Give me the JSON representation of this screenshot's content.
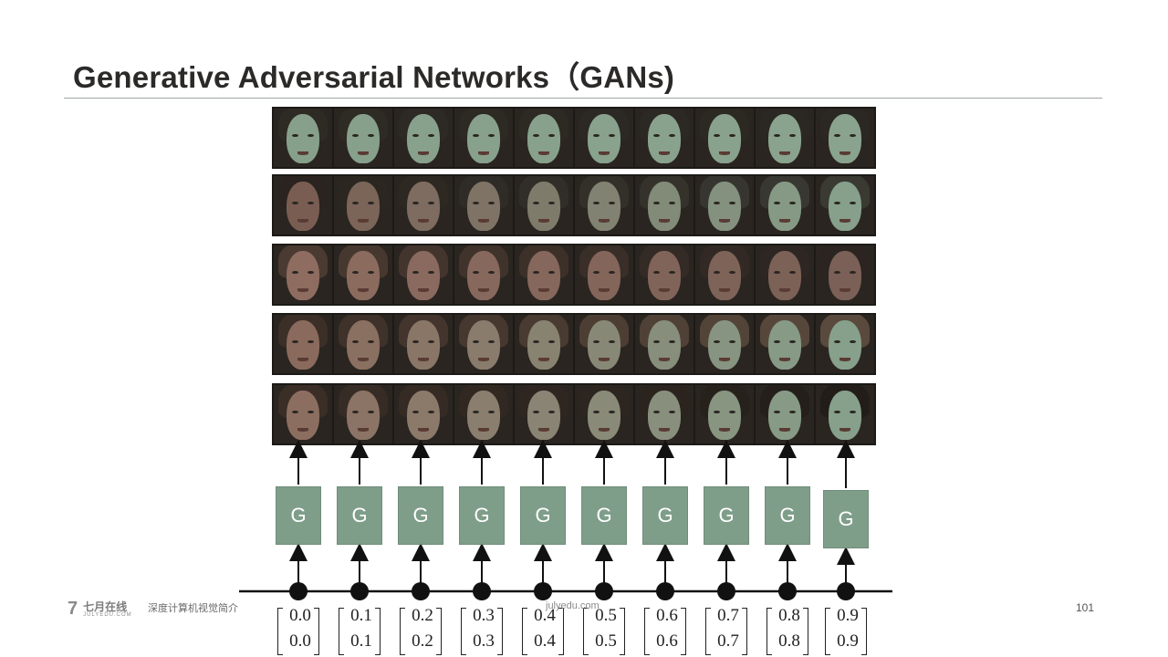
{
  "slide": {
    "title": "Generative Adversarial Networks（GANs)",
    "page_number": "101"
  },
  "generator": {
    "label": "G",
    "count": 10
  },
  "latent_vectors": [
    {
      "top": "0.0",
      "bottom": "0.0"
    },
    {
      "top": "0.1",
      "bottom": "0.1"
    },
    {
      "top": "0.2",
      "bottom": "0.2"
    },
    {
      "top": "0.3",
      "bottom": "0.3"
    },
    {
      "top": "0.4",
      "bottom": "0.4"
    },
    {
      "top": "0.5",
      "bottom": "0.5"
    },
    {
      "top": "0.6",
      "bottom": "0.6"
    },
    {
      "top": "0.7",
      "bottom": "0.7"
    },
    {
      "top": "0.8",
      "bottom": "0.8"
    },
    {
      "top": "0.9",
      "bottom": "0.9"
    }
  ],
  "footer": {
    "logo_cn": "七月在线",
    "logo_en": "JULYEDU.COM",
    "course": "深度计算机视觉简介",
    "site": "julyedu.com"
  },
  "colors": {
    "generator_fill": "#7f9e8a",
    "title_text": "#2b2a29",
    "rule": "#9fa5a0",
    "face_strip_bg": "#1c1a17",
    "face_tone_cool": "#86a08b",
    "face_tone_warm": "#8e6c60"
  },
  "icons": {
    "logo": "julyedu-logo-icon"
  }
}
